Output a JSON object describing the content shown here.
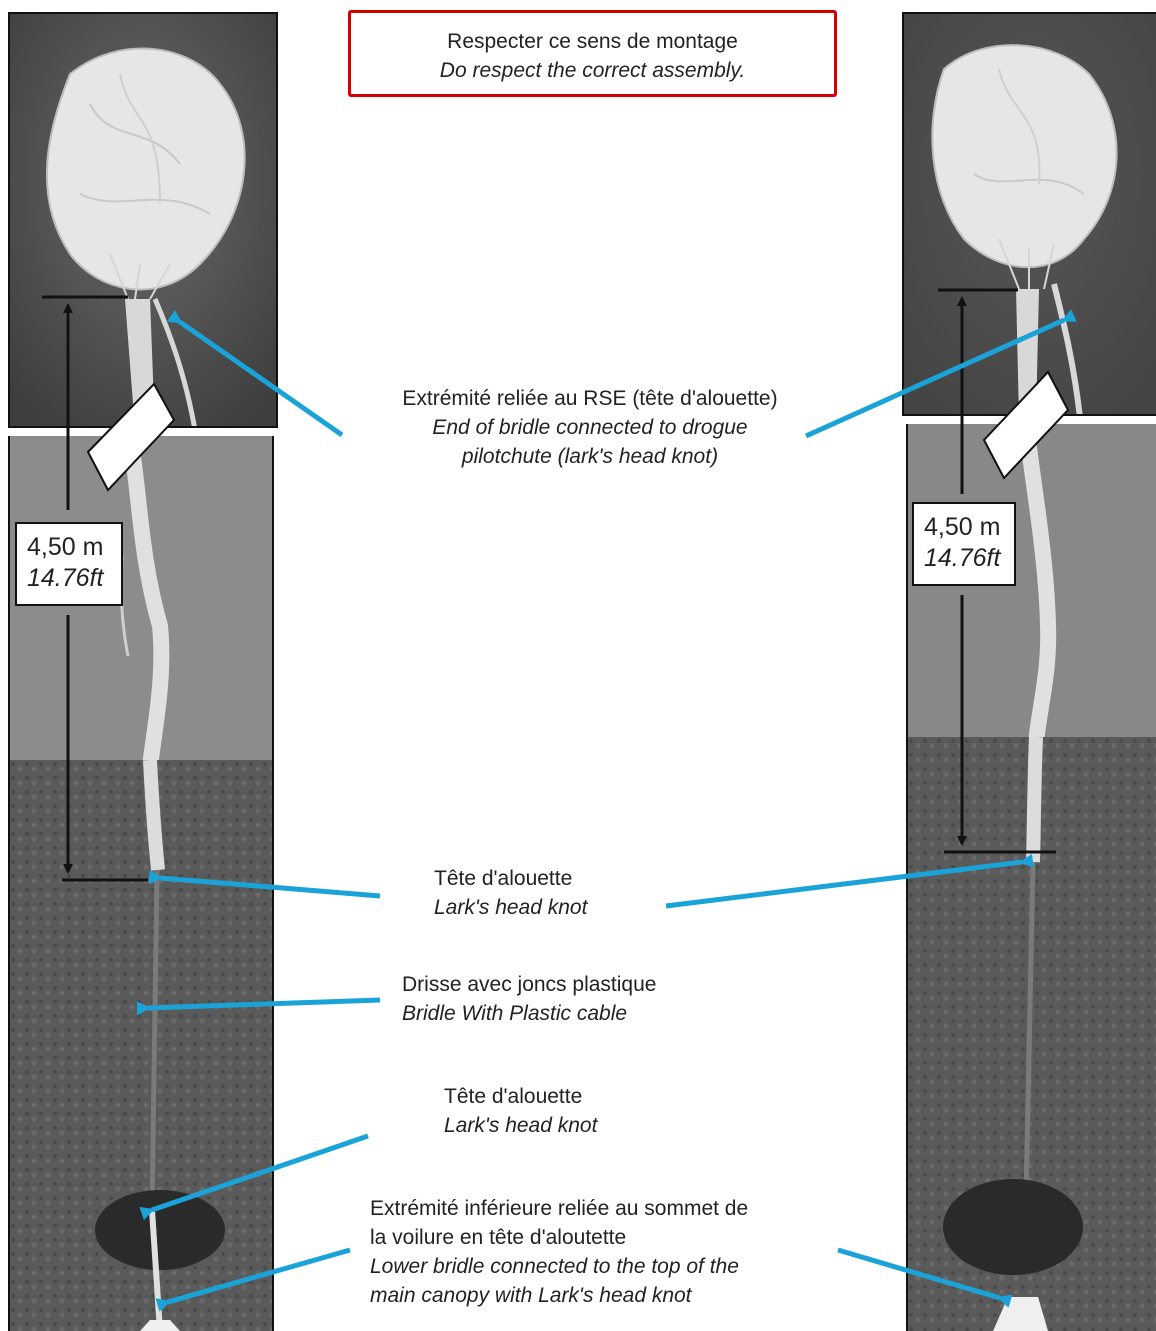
{
  "notice": {
    "fr": "Respecter ce sens de montage",
    "en": "Do respect the correct assembly."
  },
  "measure_left": {
    "metric": "4,50 m",
    "imperial": "14.76ft"
  },
  "measure_right": {
    "metric": "4,50 m",
    "imperial": "14.76ft"
  },
  "callouts": {
    "rse_end": {
      "fr": "Extrémité reliée au RSE (tête d'alouette)",
      "en_line1": "End of bridle connected to drogue",
      "en_line2": "pilotchute (lark's head knot)"
    },
    "lark_head_1": {
      "fr": "Tête d'alouette",
      "en": "Lark's head knot"
    },
    "bridle": {
      "fr": "Drisse avec joncs plastique",
      "en": "Bridle With Plastic cable"
    },
    "lark_head_2": {
      "fr": "Tête d'alouette",
      "en": "Lark's head knot"
    },
    "lower_end": {
      "fr_line1": "Extrémité inférieure reliée au sommet de",
      "fr_line2": "la voilure en tête d'aloutette",
      "en_line1": "Lower bridle connected to the top of the",
      "en_line2": "main canopy with Lark's head knot"
    }
  },
  "colors": {
    "arrow": "#1aa3d8",
    "warning_border": "#d40000"
  }
}
